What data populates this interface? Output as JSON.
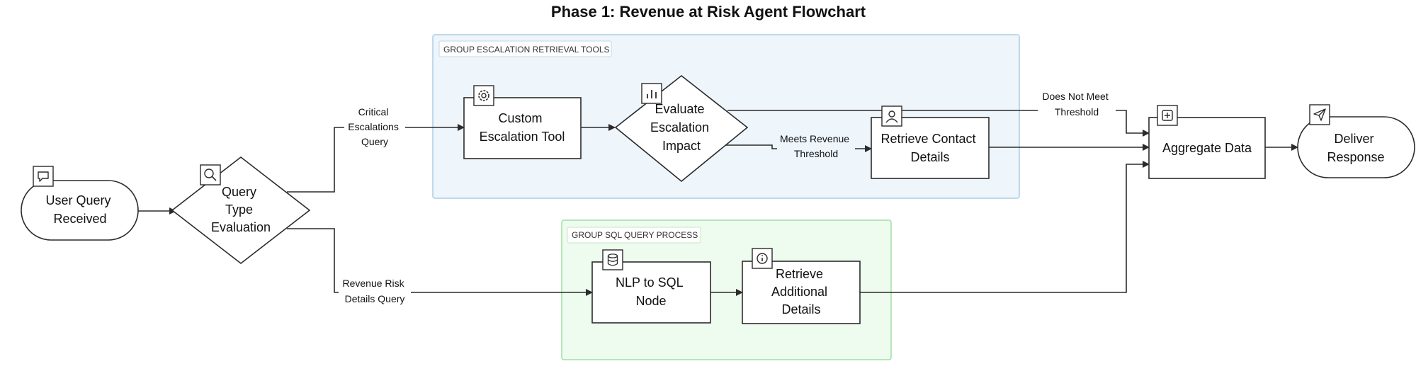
{
  "title": "Phase 1: Revenue at Risk Agent Flowchart",
  "groups": {
    "escalation": {
      "label": "GROUP ESCALATION RETRIEVAL TOOLS",
      "fill": "#eef5fb",
      "stroke": "#a9cde8"
    },
    "sql": {
      "label": "GROUP SQL QUERY PROCESS",
      "fill": "#eefbef",
      "stroke": "#9fe0a3"
    }
  },
  "nodes": {
    "user_query": {
      "lines": [
        "User Query",
        "Received"
      ],
      "icon": "chat-bubble-icon"
    },
    "query_type": {
      "lines": [
        "Query",
        "Type",
        "Evaluation"
      ],
      "icon": "search-icon"
    },
    "custom_tool": {
      "lines": [
        "Custom",
        "Escalation Tool"
      ],
      "icon": "gear-icon"
    },
    "evaluate": {
      "lines": [
        "Evaluate",
        "Escalation",
        "Impact"
      ],
      "icon": "bar-chart-icon"
    },
    "retrieve_contact": {
      "lines": [
        "Retrieve Contact",
        "Details"
      ],
      "icon": "user-icon"
    },
    "aggregate": {
      "lines": [
        "Aggregate Data"
      ],
      "icon": "plus-square-icon"
    },
    "deliver": {
      "lines": [
        "Deliver",
        "Response"
      ],
      "icon": "send-icon"
    },
    "nlp_sql": {
      "lines": [
        "NLP to SQL",
        "Node"
      ],
      "icon": "database-icon"
    },
    "retrieve_additional": {
      "lines": [
        "Retrieve",
        "Additional",
        "Details"
      ],
      "icon": "info-icon"
    }
  },
  "edge_labels": {
    "critical": [
      "Critical",
      "Escalations",
      "Query"
    ],
    "revenue_risk": [
      "Revenue Risk",
      "Details Query"
    ],
    "meets": [
      "Meets Revenue",
      "Threshold"
    ],
    "not_meets": [
      "Does Not Meet",
      "Threshold"
    ]
  },
  "colors": {
    "stroke": "#2b2b2b",
    "text": "#111111"
  }
}
